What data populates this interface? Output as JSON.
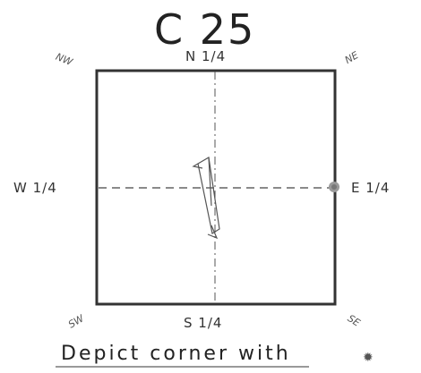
{
  "handwritten_id": "C 25",
  "quarters": {
    "north": "N 1/4",
    "south": "S 1/4",
    "west": "W 1/4",
    "east": "E 1/4"
  },
  "corners": {
    "nw": "NW",
    "ne": "NE",
    "sw": "SW",
    "se": "SE"
  },
  "caption": "Depict corner with",
  "symbol": "✹",
  "colors": {
    "marker": "#999999",
    "line": "#333333"
  }
}
